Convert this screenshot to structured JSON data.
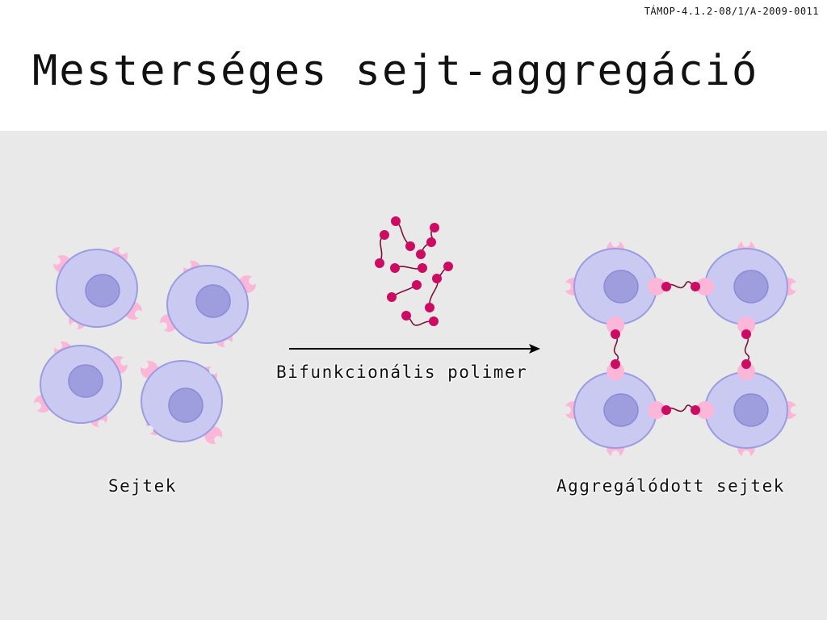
{
  "slide": {
    "project_code": "TÁMOP-4.1.2-08/1/A-2009-0011",
    "title": "Mesterséges sejt-aggregáció"
  },
  "labels": {
    "polymer": "Bifunkcionális polimer",
    "cells": "Sejtek",
    "aggregated": "Aggregálódott sejtek"
  },
  "colors": {
    "background_panel": "#e8e9e8",
    "cell_fill": "#c9c9f2",
    "cell_stroke": "#9c9ce0",
    "nucleus_fill": "#9e9edf",
    "receptor": "#fbb6d8",
    "polymer_bead": "#cc0c63",
    "polymer_chain": "#7a1438",
    "arrow": "#000000"
  }
}
